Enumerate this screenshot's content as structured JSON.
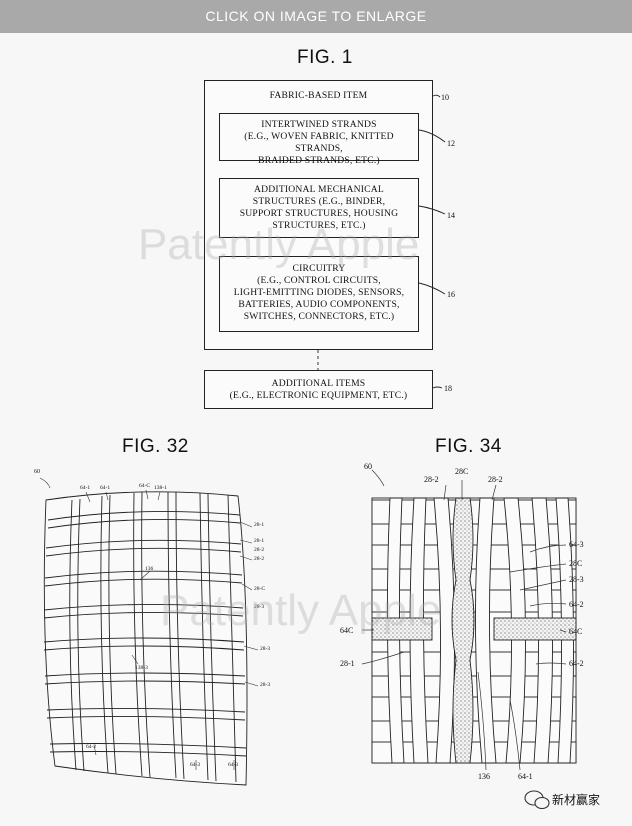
{
  "banner": {
    "text": "CLICK ON IMAGE TO ENLARGE"
  },
  "fig1": {
    "title": "FIG. 1",
    "main_box": {
      "label": "FABRIC-BASED ITEM",
      "ref": "10"
    },
    "inner_boxes": [
      {
        "lines": [
          "INTERTWINED STRANDS",
          "(E.G., WOVEN FABRIC, KNITTED STRANDS,",
          "BRAIDED STRANDS, ETC.)"
        ],
        "ref": "12"
      },
      {
        "lines": [
          "ADDITIONAL MECHANICAL",
          "STRUCTURES (E.G., BINDER,",
          "SUPPORT STRUCTURES, HOUSING",
          "STRUCTURES, ETC.)"
        ],
        "ref": "14"
      },
      {
        "lines": [
          "CIRCUITRY",
          "(E.G., CONTROL CIRCUITS,",
          "LIGHT-EMITTING DIODES, SENSORS,",
          "BATTERIES, AUDIO COMPONENTS,",
          "SWITCHES, CONNECTORS, ETC.)"
        ],
        "ref": "16"
      }
    ],
    "additional_box": {
      "lines": [
        "ADDITIONAL ITEMS",
        "(E.G., ELECTRONIC EQUIPMENT, ETC.)"
      ],
      "ref": "18"
    }
  },
  "fig32": {
    "title": "FIG. 32",
    "labels": {
      "l60": "60",
      "top1": "64-1",
      "top2": "64-1",
      "top3": "64-C",
      "top4": "138-1",
      "r1": "28-1",
      "r2": "28-1",
      "r3": "28-2",
      "r4": "28-2",
      "r5": "28-C",
      "r6": "28-3",
      "r7": "28-3",
      "r8": "28-3",
      "c136": "136",
      "c138": "138-3",
      "b1": "64-2",
      "b2": "64-3",
      "b3": "64-3"
    }
  },
  "fig34": {
    "title": "FIG. 34",
    "labels": {
      "l60": "60",
      "t1": "28-2",
      "t2": "28C",
      "t3": "28-2",
      "r1": "64-3",
      "r2": "28C",
      "r3": "28-3",
      "r4": "64-2",
      "r5": "64C",
      "r6": "64-2",
      "l64c": "64C",
      "l281": "28-1",
      "b136": "136",
      "b641": "64-1"
    }
  },
  "watermarks": [
    "Patently Apple",
    "Patently Apple"
  ],
  "badge": {
    "text": "新材赢家"
  }
}
